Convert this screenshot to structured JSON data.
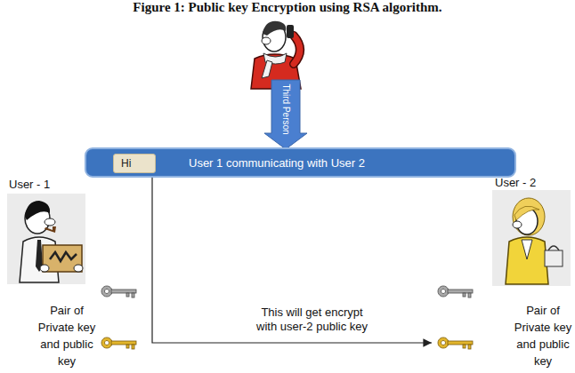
{
  "diagram": {
    "caption": "Figure 1: Public key Encryption using RSA algorithm.",
    "nodes": [
      {
        "text": [
          "Third Person"
        ]
      },
      {
        "text": [
          "User 1 communicating with User 2"
        ]
      },
      {
        "text": [
          "Hi"
        ],
        "in": 1
      }
    ],
    "labels": [
      "User - 1",
      "User - 2",
      "Pair of Private key and public key",
      "Pair of Private key and public key",
      "This will get encrypt with user-2 public key"
    ]
  }
}
